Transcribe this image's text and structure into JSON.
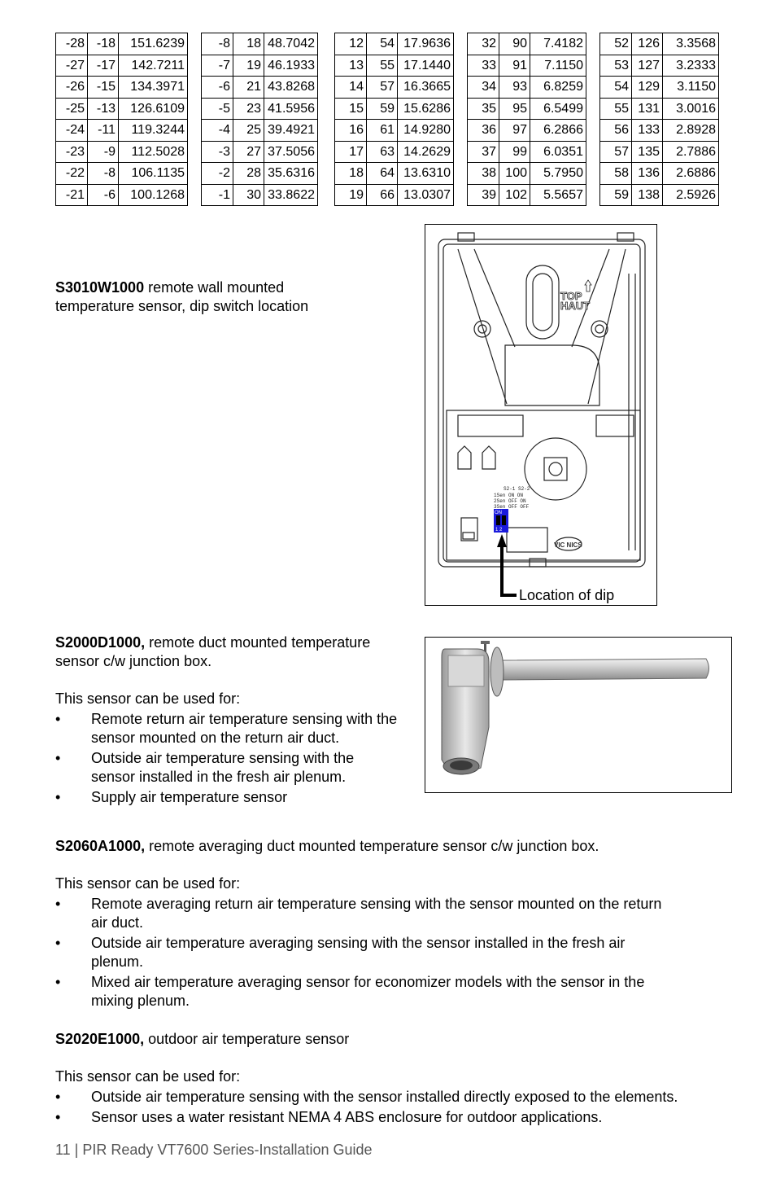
{
  "tables": [
    {
      "rows": [
        [
          "-28",
          "-18",
          "151.6239"
        ],
        [
          "-27",
          "-17",
          "142.7211"
        ],
        [
          "-26",
          "-15",
          "134.3971"
        ],
        [
          "-25",
          "-13",
          "126.6109"
        ],
        [
          "-24",
          "-11",
          "119.3244"
        ],
        [
          "-23",
          "-9",
          "112.5028"
        ],
        [
          "-22",
          "-8",
          "106.1135"
        ],
        [
          "-21",
          "-6",
          "100.1268"
        ]
      ]
    },
    {
      "rows": [
        [
          "-8",
          "18",
          "48.7042"
        ],
        [
          "-7",
          "19",
          "46.1933"
        ],
        [
          "-6",
          "21",
          "43.8268"
        ],
        [
          "-5",
          "23",
          "41.5956"
        ],
        [
          "-4",
          "25",
          "39.4921"
        ],
        [
          "-3",
          "27",
          "37.5056"
        ],
        [
          "-2",
          "28",
          "35.6316"
        ],
        [
          "-1",
          "30",
          "33.8622"
        ]
      ]
    },
    {
      "rows": [
        [
          "12",
          "54",
          "17.9636"
        ],
        [
          "13",
          "55",
          "17.1440"
        ],
        [
          "14",
          "57",
          "16.3665"
        ],
        [
          "15",
          "59",
          "15.6286"
        ],
        [
          "16",
          "61",
          "14.9280"
        ],
        [
          "17",
          "63",
          "14.2629"
        ],
        [
          "18",
          "64",
          "13.6310"
        ],
        [
          "19",
          "66",
          "13.0307"
        ]
      ]
    },
    {
      "rows": [
        [
          "32",
          "90",
          "7.4182"
        ],
        [
          "33",
          "91",
          "7.1150"
        ],
        [
          "34",
          "93",
          "6.8259"
        ],
        [
          "35",
          "95",
          "6.5499"
        ],
        [
          "36",
          "97",
          "6.2866"
        ],
        [
          "37",
          "99",
          "6.0351"
        ],
        [
          "38",
          "100",
          "5.7950"
        ],
        [
          "39",
          "102",
          "5.5657"
        ]
      ]
    },
    {
      "rows": [
        [
          "52",
          "126",
          "3.3568"
        ],
        [
          "53",
          "127",
          "3.2333"
        ],
        [
          "54",
          "129",
          "3.1150"
        ],
        [
          "55",
          "131",
          "3.0016"
        ],
        [
          "56",
          "133",
          "2.8928"
        ],
        [
          "57",
          "135",
          "2.7886"
        ],
        [
          "58",
          "136",
          "2.6886"
        ],
        [
          "59",
          "138",
          "2.5926"
        ]
      ]
    }
  ],
  "s3010": {
    "model": "S3010W1000",
    "desc_line1": " remote wall mounted",
    "desc_line2": "temperature sensor, dip switch location"
  },
  "figure1": {
    "top_label": "TOP",
    "haut_label": "HAUT",
    "caption": "Location of dip",
    "dip_on": "ON",
    "dip_nums": "1 2",
    "dip_table": [
      "S2-1 S2-2",
      "1Sen ON   ON",
      "2Sen OFF  ON",
      "3Sen OFF  OFF"
    ],
    "logo": "VIC NICS"
  },
  "s2000": {
    "model": "S2000D1000,",
    "desc_line1": " remote duct mounted temperature",
    "desc_line2": "sensor c/w junction box.",
    "used_for": "This sensor can be used for:",
    "bullets": [
      [
        "Remote return air temperature sensing with the",
        "sensor mounted on the return air duct."
      ],
      [
        "Outside air temperature sensing with the",
        "sensor installed in the fresh air plenum."
      ],
      [
        "Supply air temperature sensor",
        ""
      ]
    ]
  },
  "s2060": {
    "model": "S2060A1000,",
    "desc": " remote averaging duct mounted temperature sensor c/w junction box.",
    "used_for": "This sensor can be used for:",
    "bullets": [
      [
        "Remote averaging return air temperature sensing with the sensor mounted on the return",
        "air duct."
      ],
      [
        "Outside air temperature averaging sensing with the sensor installed in the fresh air",
        "plenum."
      ],
      [
        "Mixed air temperature averaging sensor for economizer models with the sensor in the",
        "mixing plenum."
      ]
    ]
  },
  "s2020": {
    "model": "S2020E1000,",
    "desc": " outdoor air temperature sensor",
    "used_for": "This sensor can be used for:",
    "bullets": [
      "Outside air temperature sensing with the sensor installed directly exposed to the elements.",
      "Sensor uses a water resistant NEMA 4 ABS enclosure for outdoor applications."
    ]
  },
  "bullet_char": "•",
  "footer": "11 | PIR Ready VT7600 Series-Installation Guide"
}
